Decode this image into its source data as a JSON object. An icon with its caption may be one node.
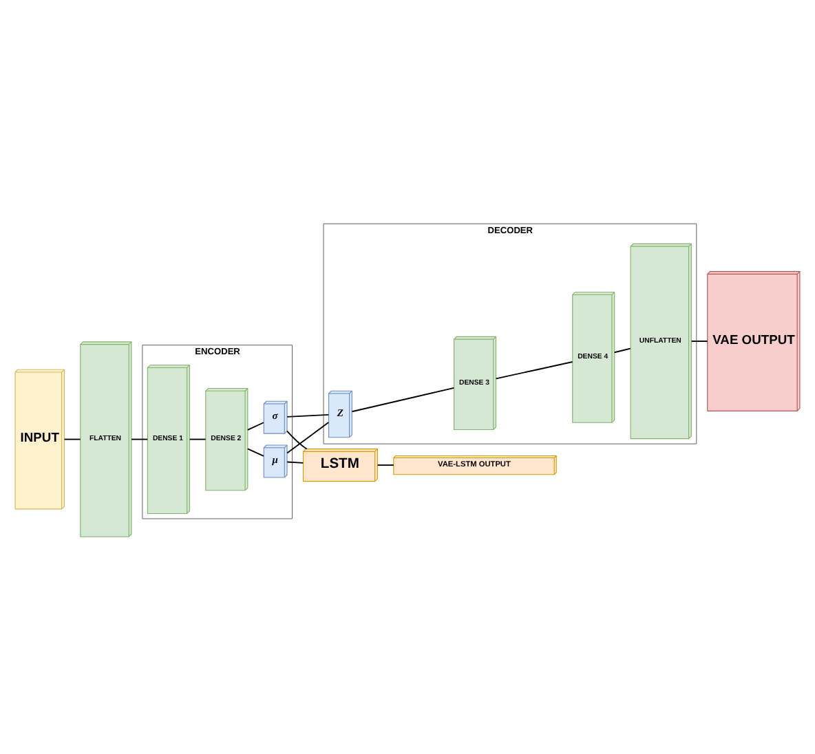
{
  "diagram": {
    "nodes": [
      {
        "text": [
          "INPUT"
        ]
      },
      {
        "text": [
          "FLATTEN"
        ]
      },
      {
        "text": [
          "ENCODER"
        ]
      },
      {
        "text": [
          "DENSE 1"
        ],
        "in": 2
      },
      {
        "text": [
          "DENSE 2"
        ],
        "in": 2
      },
      {
        "text": [
          "μ"
        ],
        "in": 2
      },
      {
        "text": [
          "σ"
        ],
        "in": 2
      },
      {
        "text": [
          "DECODER"
        ]
      },
      {
        "text": [
          "Z"
        ],
        "in": 7
      },
      {
        "text": [
          "DENSE 3"
        ],
        "in": 7
      },
      {
        "text": [
          "DENSE 4"
        ],
        "in": 7
      },
      {
        "text": [
          "UNFLATTEN"
        ],
        "in": 7
      },
      {
        "text": [
          "VAE OUTPUT"
        ]
      },
      {
        "text": [
          "LSTM"
        ]
      },
      {
        "text": [
          "VAE-LSTM OUTPUT"
        ]
      }
    ],
    "edges": [
      {
        "from": 0,
        "to": 1,
        "arrow": "none"
      },
      {
        "from": 1,
        "to": 3,
        "arrow": "none"
      },
      {
        "from": 3,
        "to": 4,
        "arrow": "none"
      },
      {
        "from": 4,
        "to": 5,
        "arrow": "none"
      },
      {
        "from": 4,
        "to": 6,
        "arrow": "none"
      },
      {
        "from": 5,
        "to": 8,
        "arrow": "none"
      },
      {
        "from": 6,
        "to": 8,
        "arrow": "none"
      },
      {
        "from": 5,
        "to": 13,
        "arrow": "none"
      },
      {
        "from": 6,
        "to": 13,
        "arrow": "none"
      },
      {
        "from": 8,
        "to": 9,
        "arrow": "none"
      },
      {
        "from": 9,
        "to": 10,
        "arrow": "none"
      },
      {
        "from": 10,
        "to": 11,
        "arrow": "none"
      },
      {
        "from": 11,
        "to": 12,
        "arrow": "none"
      },
      {
        "from": 13,
        "to": 14,
        "arrow": "none"
      }
    ]
  }
}
